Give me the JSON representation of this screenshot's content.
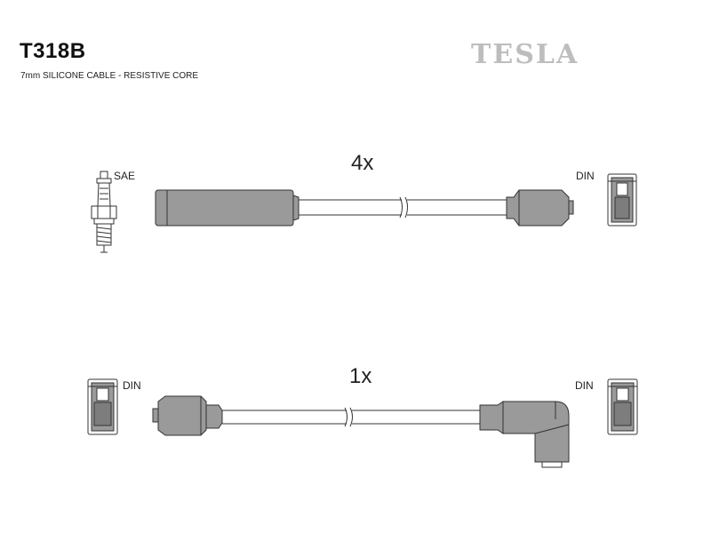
{
  "header": {
    "part_number": "T318B",
    "description": "7mm SILICONE CABLE - RESISTIVE CORE",
    "brand": "TESLA"
  },
  "cable_sets": [
    {
      "quantity": "4x",
      "left_end_label": "SAE",
      "right_end_label": "DIN"
    },
    {
      "quantity": "1x",
      "left_end_label": "DIN",
      "right_end_label": "DIN"
    }
  ],
  "colors": {
    "part_fill": "#9a9a9a",
    "part_fill_dark": "#7d7d7d",
    "outline": "#333333",
    "brand": "#bdbdbd"
  }
}
